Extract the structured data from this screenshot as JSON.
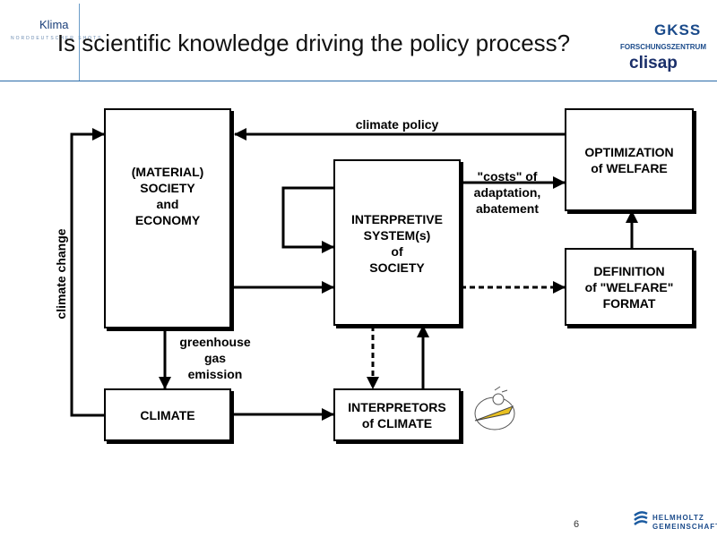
{
  "slide": {
    "title": "Is scientific knowledge driving the policy process?",
    "page_number": "6"
  },
  "logos": {
    "klima": "Klima",
    "klima_sub": "NORDDEUTSCHER SHOTS",
    "gkss": "GKSS",
    "gkss_sub": "FORSCHUNGSZENTRUM",
    "clisap": "clisap",
    "helmholtz": "HELMHOLTZ\nGEMEINSCHAFT"
  },
  "diagram": {
    "boxes": {
      "society_economy": "(MATERIAL)\nSOCIETY\nand\nECONOMY",
      "interpretive_system": "INTERPRETIVE\nSYSTEM(s)\nof\nSOCIETY",
      "optimization_welfare": "OPTIMIZATION\nof WELFARE",
      "definition_welfare": "DEFINITION\nof \"WELFARE\"\nFORMAT",
      "climate": "CLIMATE",
      "interpretors_climate": "INTERPRETORS\nof CLIMATE"
    },
    "labels": {
      "climate_policy": "climate policy",
      "costs": "\"costs\" of\nadaptation,\nabatement",
      "greenhouse": "greenhouse\ngas\nemission",
      "climate_change": "climate change"
    }
  }
}
